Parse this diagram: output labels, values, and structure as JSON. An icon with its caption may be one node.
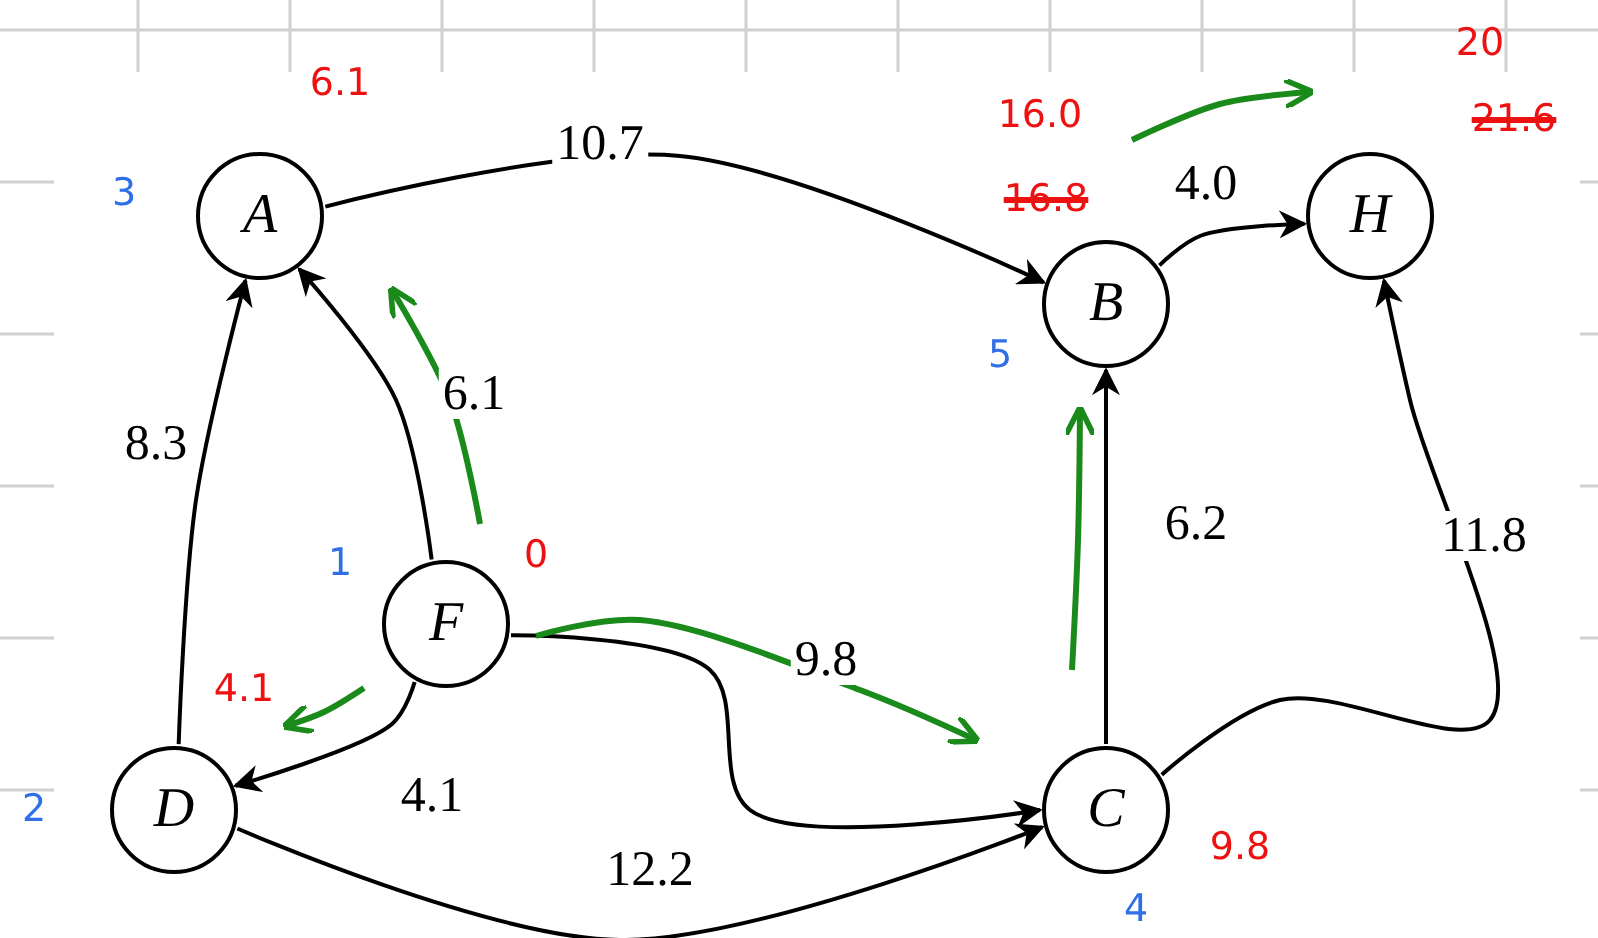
{
  "diagram": {
    "nodes": [
      {
        "text": [
          "A"
        ],
        "beside": [
          "6.1",
          "3"
        ]
      },
      {
        "text": [
          "B"
        ],
        "beside": [
          "16.0",
          "16.8",
          "5"
        ]
      },
      {
        "text": [
          "H"
        ],
        "beside": [
          "20",
          "21.6"
        ]
      },
      {
        "text": [
          "F"
        ],
        "beside": [
          "0",
          "1"
        ]
      },
      {
        "text": [
          "D"
        ],
        "beside": [
          "4.1",
          "2"
        ]
      },
      {
        "text": [
          "C"
        ],
        "beside": [
          "9.8",
          "4"
        ]
      }
    ],
    "edges": [
      {
        "from": 0,
        "to": 1,
        "arrow": "to",
        "label": "10.7"
      },
      {
        "from": 1,
        "to": 2,
        "arrow": "to",
        "label": "4.0"
      },
      {
        "from": 3,
        "to": 0,
        "arrow": "to",
        "label": "6.1"
      },
      {
        "from": 4,
        "to": 0,
        "arrow": "to",
        "label": "8.3"
      },
      {
        "from": 3,
        "to": 4,
        "arrow": "to",
        "label": "4.1"
      },
      {
        "from": 3,
        "to": 5,
        "arrow": "to",
        "label": "9.8"
      },
      {
        "from": 4,
        "to": 5,
        "arrow": "to",
        "label": "12.2"
      },
      {
        "from": 5,
        "to": 1,
        "arrow": "to",
        "label": "6.2"
      },
      {
        "from": 5,
        "to": 2,
        "arrow": "to",
        "label": "11.8"
      }
    ]
  }
}
